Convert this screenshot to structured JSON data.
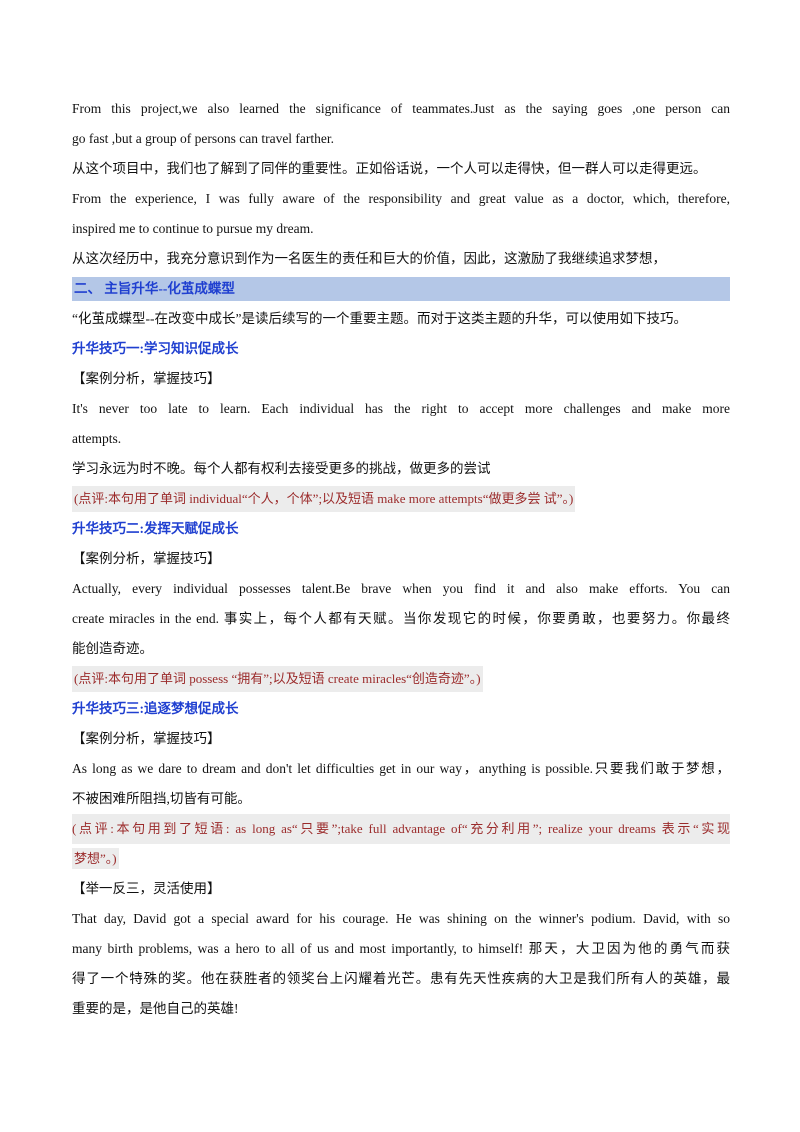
{
  "p1": {
    "line1": "From this project,we also learned the significance of teammates.Just as the saying goes ,one person can",
    "line2": "go fast ,but a group of persons can travel farther."
  },
  "p2": "从这个项目中，我们也了解到了同伴的重要性。正如俗话说，一个人可以走得快，但一群人可以走得更远。",
  "p3": {
    "line1": "From the experience, I was fully aware of the responsibility and great value as a doctor, which, therefore,",
    "line2": "inspired me to continue to pursue my dream."
  },
  "p4": "从这次经历中，我充分意识到作为一名医生的责任和巨大的价值，因此，这激励了我继续追求梦想，",
  "section2": {
    "title": "二、  主旨升华--化茧成蝶型",
    "intro": "“化茧成蝶型--在改变中成长”是读后续写的一个重要主题。而对于这类主题的升华，可以使用如下技巧。"
  },
  "tip1": {
    "title": "升华技巧一:学习知识促成长",
    "case_label": "【案例分析，掌握技巧】",
    "en_line1": "It's never too late to learn. Each individual has the right to accept more challenges and make more",
    "en_line2": "attempts.",
    "zh": "学习永远为时不晚。每个人都有权利去接受更多的挑战，做更多的尝试",
    "note": "(点评:本句用了单词 individual“个人，个体”;以及短语 make more attempts“做更多尝 试”。)"
  },
  "tip2": {
    "title": "升华技巧二:发挥天赋促成长",
    "case_label": "【案例分析，掌握技巧】",
    "line1": "Actually, every individual possesses talent.Be brave when you find it and also make efforts. You can",
    "line2": "create miracles in the end. 事实上，每个人都有天赋。当你发现它的时候，你要勇敢，也要努力。你最终",
    "line3": "能创造奇迹。",
    "note": "(点评:本句用了单词 possess “拥有”;以及短语 create miracles“创造奇迹”。)"
  },
  "tip3": {
    "title": "升华技巧三:追逐梦想促成长",
    "case_label": "【案例分析，掌握技巧】",
    "line1": "As long as we dare to dream and don't let difficulties get in our way，anything is possible.只要我们敢于梦想，",
    "line2": "不被困难所阻挡,切皆有可能。",
    "note_line1": "(点评:本句用到了短语: as long as“只要”;take full advantage of“充分利用”; realize your dreams 表示“实现",
    "note_line2": "梦想”。)"
  },
  "practice": {
    "label": "【举一反三，灵活使用】",
    "line1": "That day, David got a special award for his courage. He was shining on the winner's podium. David, with so",
    "line2": "many birth problems, was a hero to all of us and most importantly, to himself! 那天，大卫因为他的勇气而获",
    "line3": "得了一个特殊的奖。他在获胜者的领奖台上闪耀着光芒。患有先天性疾病的大卫是我们所有人的英雄，最",
    "line4": "重要的是，是他自己的英雄!"
  },
  "colors": {
    "heading_blue": "#1f3fd0",
    "section_bar_bg": "#b4c7e7",
    "note_red": "#9b2b2b",
    "note_bg": "#ececec"
  }
}
